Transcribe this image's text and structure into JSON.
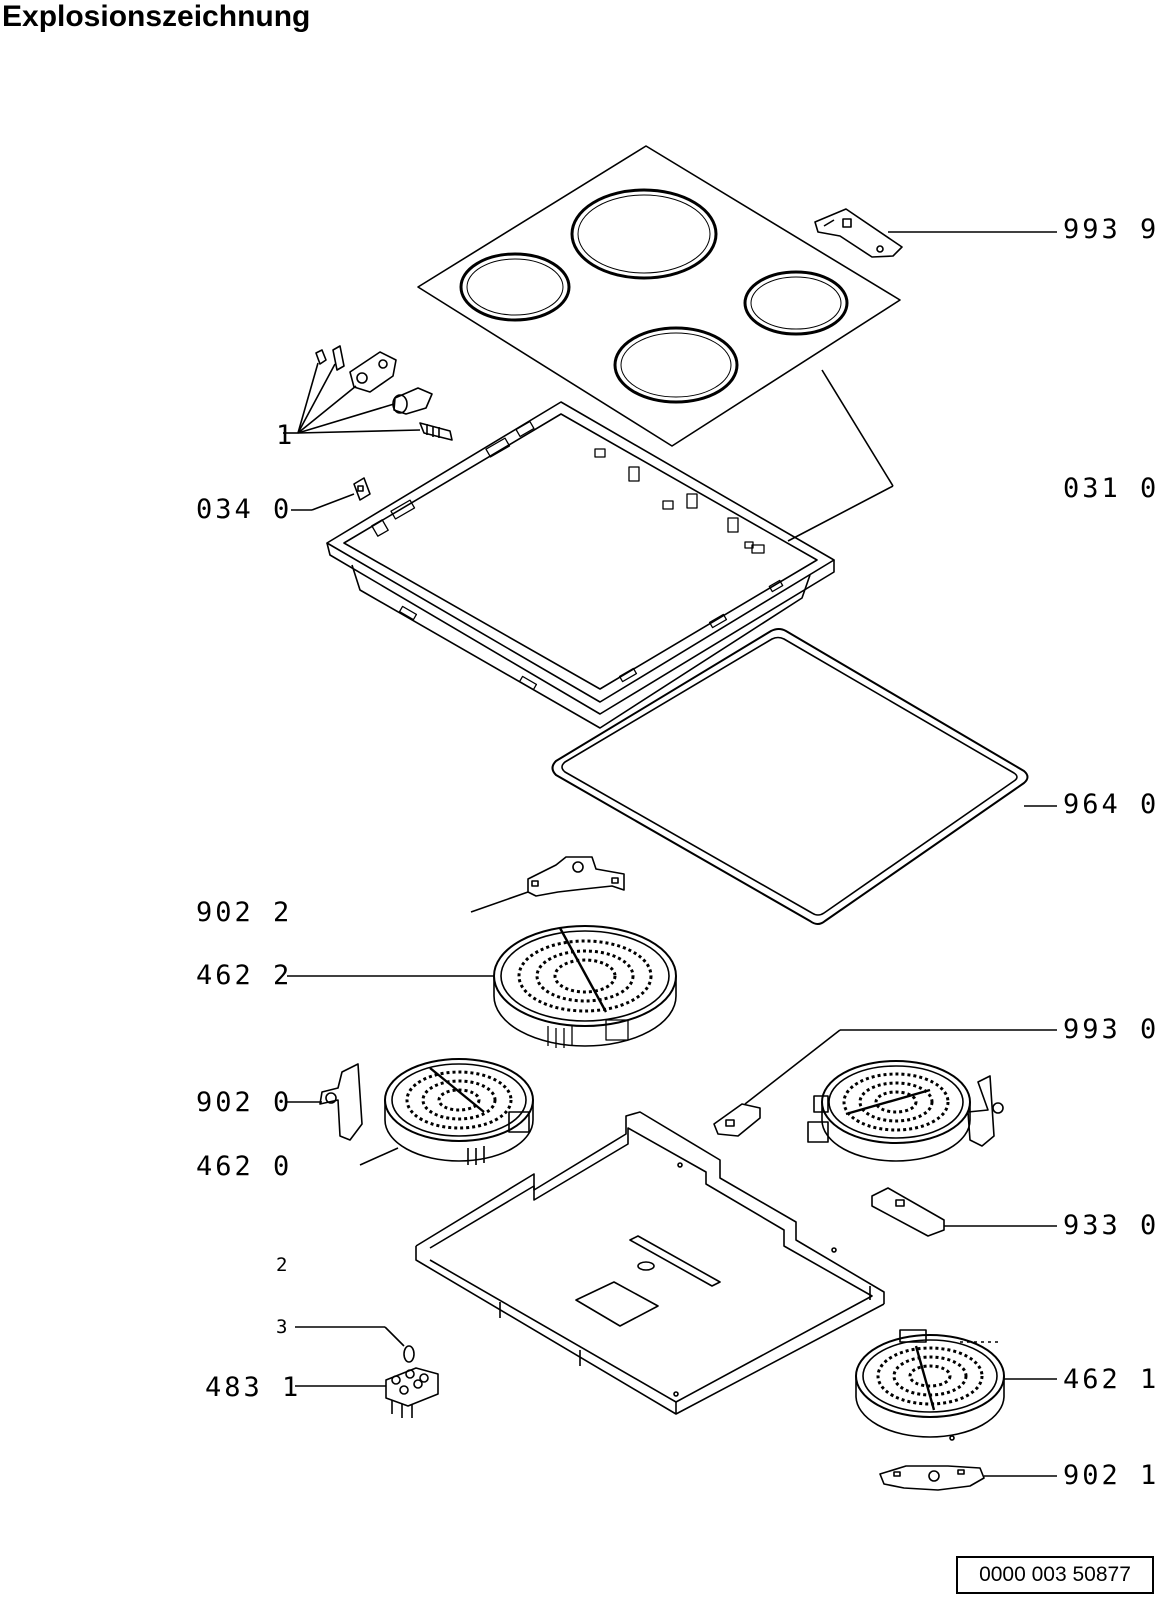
{
  "title": "Explosionszeichnung",
  "document_number": "0000 003 50877",
  "callouts": {
    "n_993_9": "993 9",
    "n_031_0": "031 0",
    "n_034_0": "034 0",
    "n_1": "1",
    "n_964_0": "964 0",
    "n_902_2": "902 2",
    "n_462_2": "462 2",
    "n_993_0": "993 0",
    "n_902_0": "902 0",
    "n_462_0": "462 0",
    "n_933_0": "933 0",
    "n_2": "2",
    "n_3": "3",
    "n_483_1": "483 1",
    "n_462_1": "462 1",
    "n_902_1": "902 1"
  },
  "colors": {
    "line": "#000000",
    "background": "#ffffff"
  }
}
